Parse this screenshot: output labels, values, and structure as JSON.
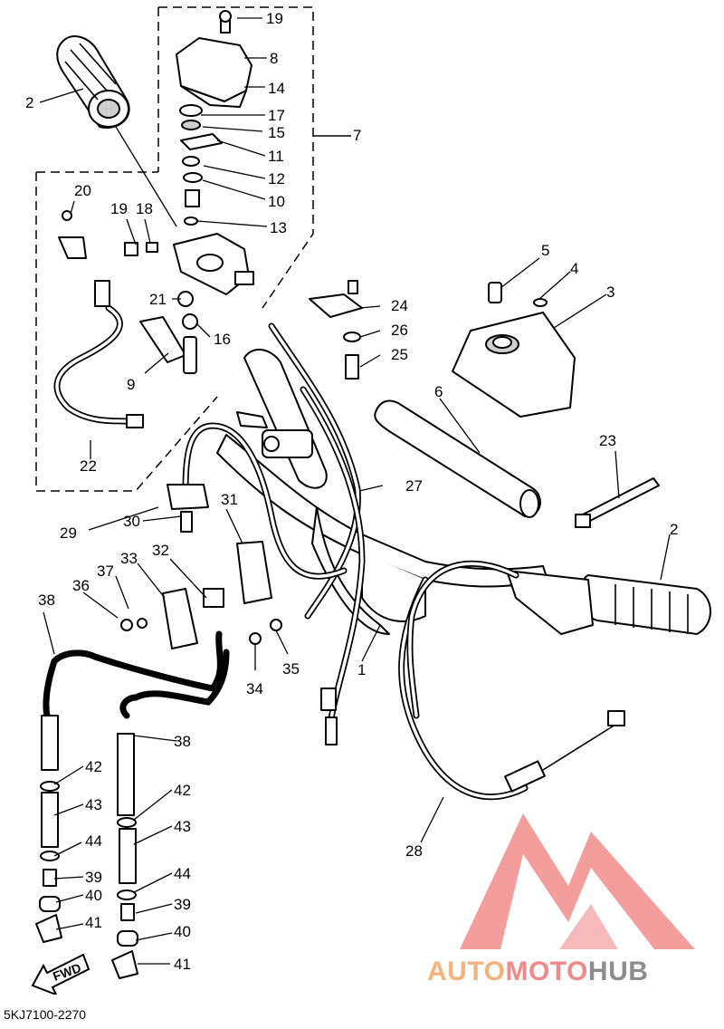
{
  "diagram": {
    "code": "5KJ7100-2270",
    "fwd_label": "FWD",
    "callouts": [
      "19",
      "8",
      "14",
      "17",
      "15",
      "11",
      "12",
      "10",
      "13",
      "7",
      "2",
      "20",
      "19",
      "18",
      "21",
      "16",
      "9",
      "22",
      "5",
      "4",
      "3",
      "24",
      "26",
      "25",
      "6",
      "23",
      "27",
      "29",
      "30",
      "31",
      "32",
      "33",
      "37",
      "36",
      "38",
      "34",
      "35",
      "1",
      "2",
      "28",
      "42",
      "43",
      "44",
      "39",
      "40",
      "41",
      "38",
      "42",
      "43",
      "44",
      "39",
      "40",
      "41"
    ]
  },
  "watermark": {
    "part1": "AUTO",
    "part2": "MOTO",
    "part3": "HUB",
    "colors": {
      "auto": "#f5b27a",
      "moto": "#f08a8a",
      "hub": "#8c8c8c",
      "triangle": "#f28c8c"
    }
  }
}
